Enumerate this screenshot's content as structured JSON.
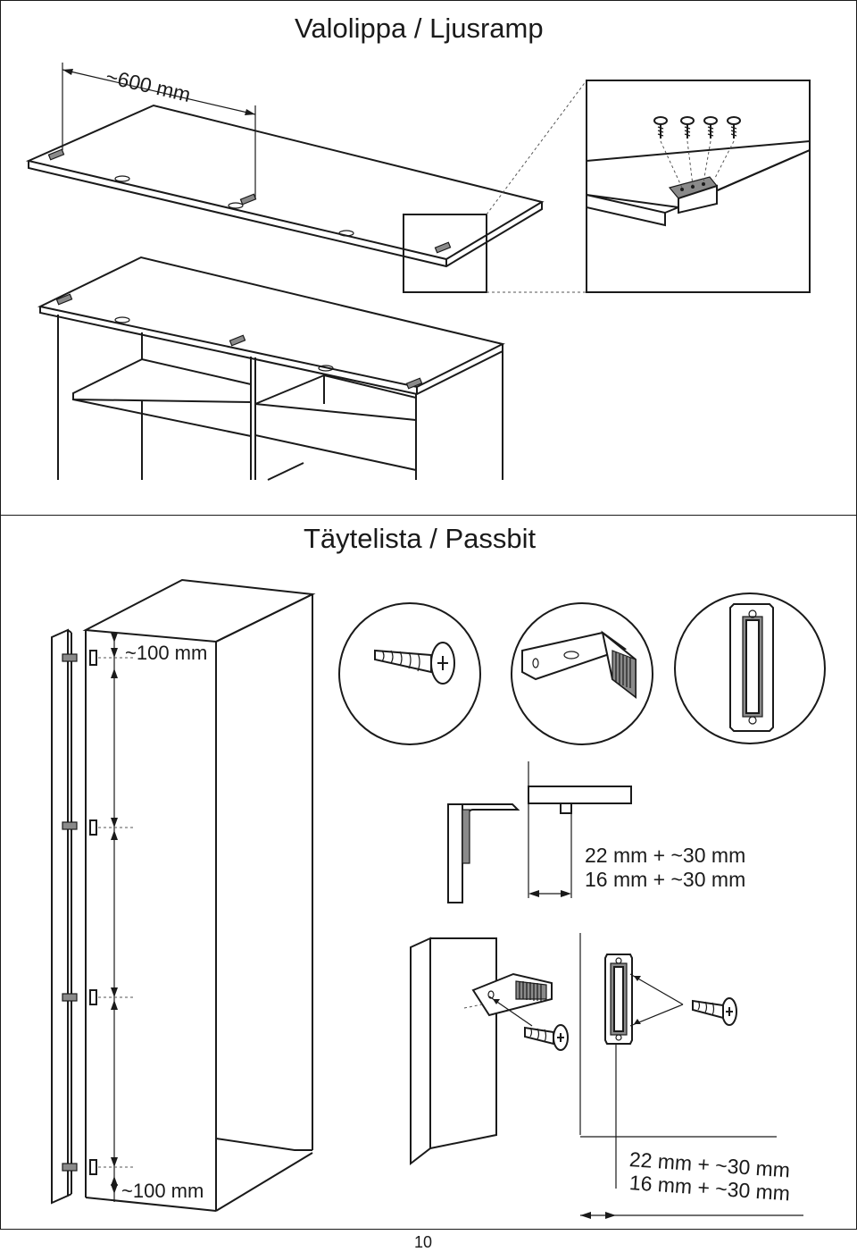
{
  "panels": {
    "top": {
      "title": "Valolippa / Ljusramp",
      "dimension": "~600 mm"
    },
    "bottom": {
      "title": "Täytelista / Passbit",
      "dimension_top": "~100 mm",
      "dimension_bottom": "~100 mm",
      "measure_upper": {
        "line1": "22 mm + ~30 mm",
        "line2": "16 mm + ~30 mm"
      },
      "measure_lower": {
        "line1": "22 mm + ~30 mm",
        "line2": "16 mm + ~30 mm"
      }
    }
  },
  "page_number": "10",
  "icons": [
    "screw-icon",
    "angle-bracket-icon",
    "clip-bracket-icon"
  ],
  "colors": {
    "line": "#1a1a1a",
    "background": "#ffffff",
    "shade": "#8a8a8a"
  }
}
